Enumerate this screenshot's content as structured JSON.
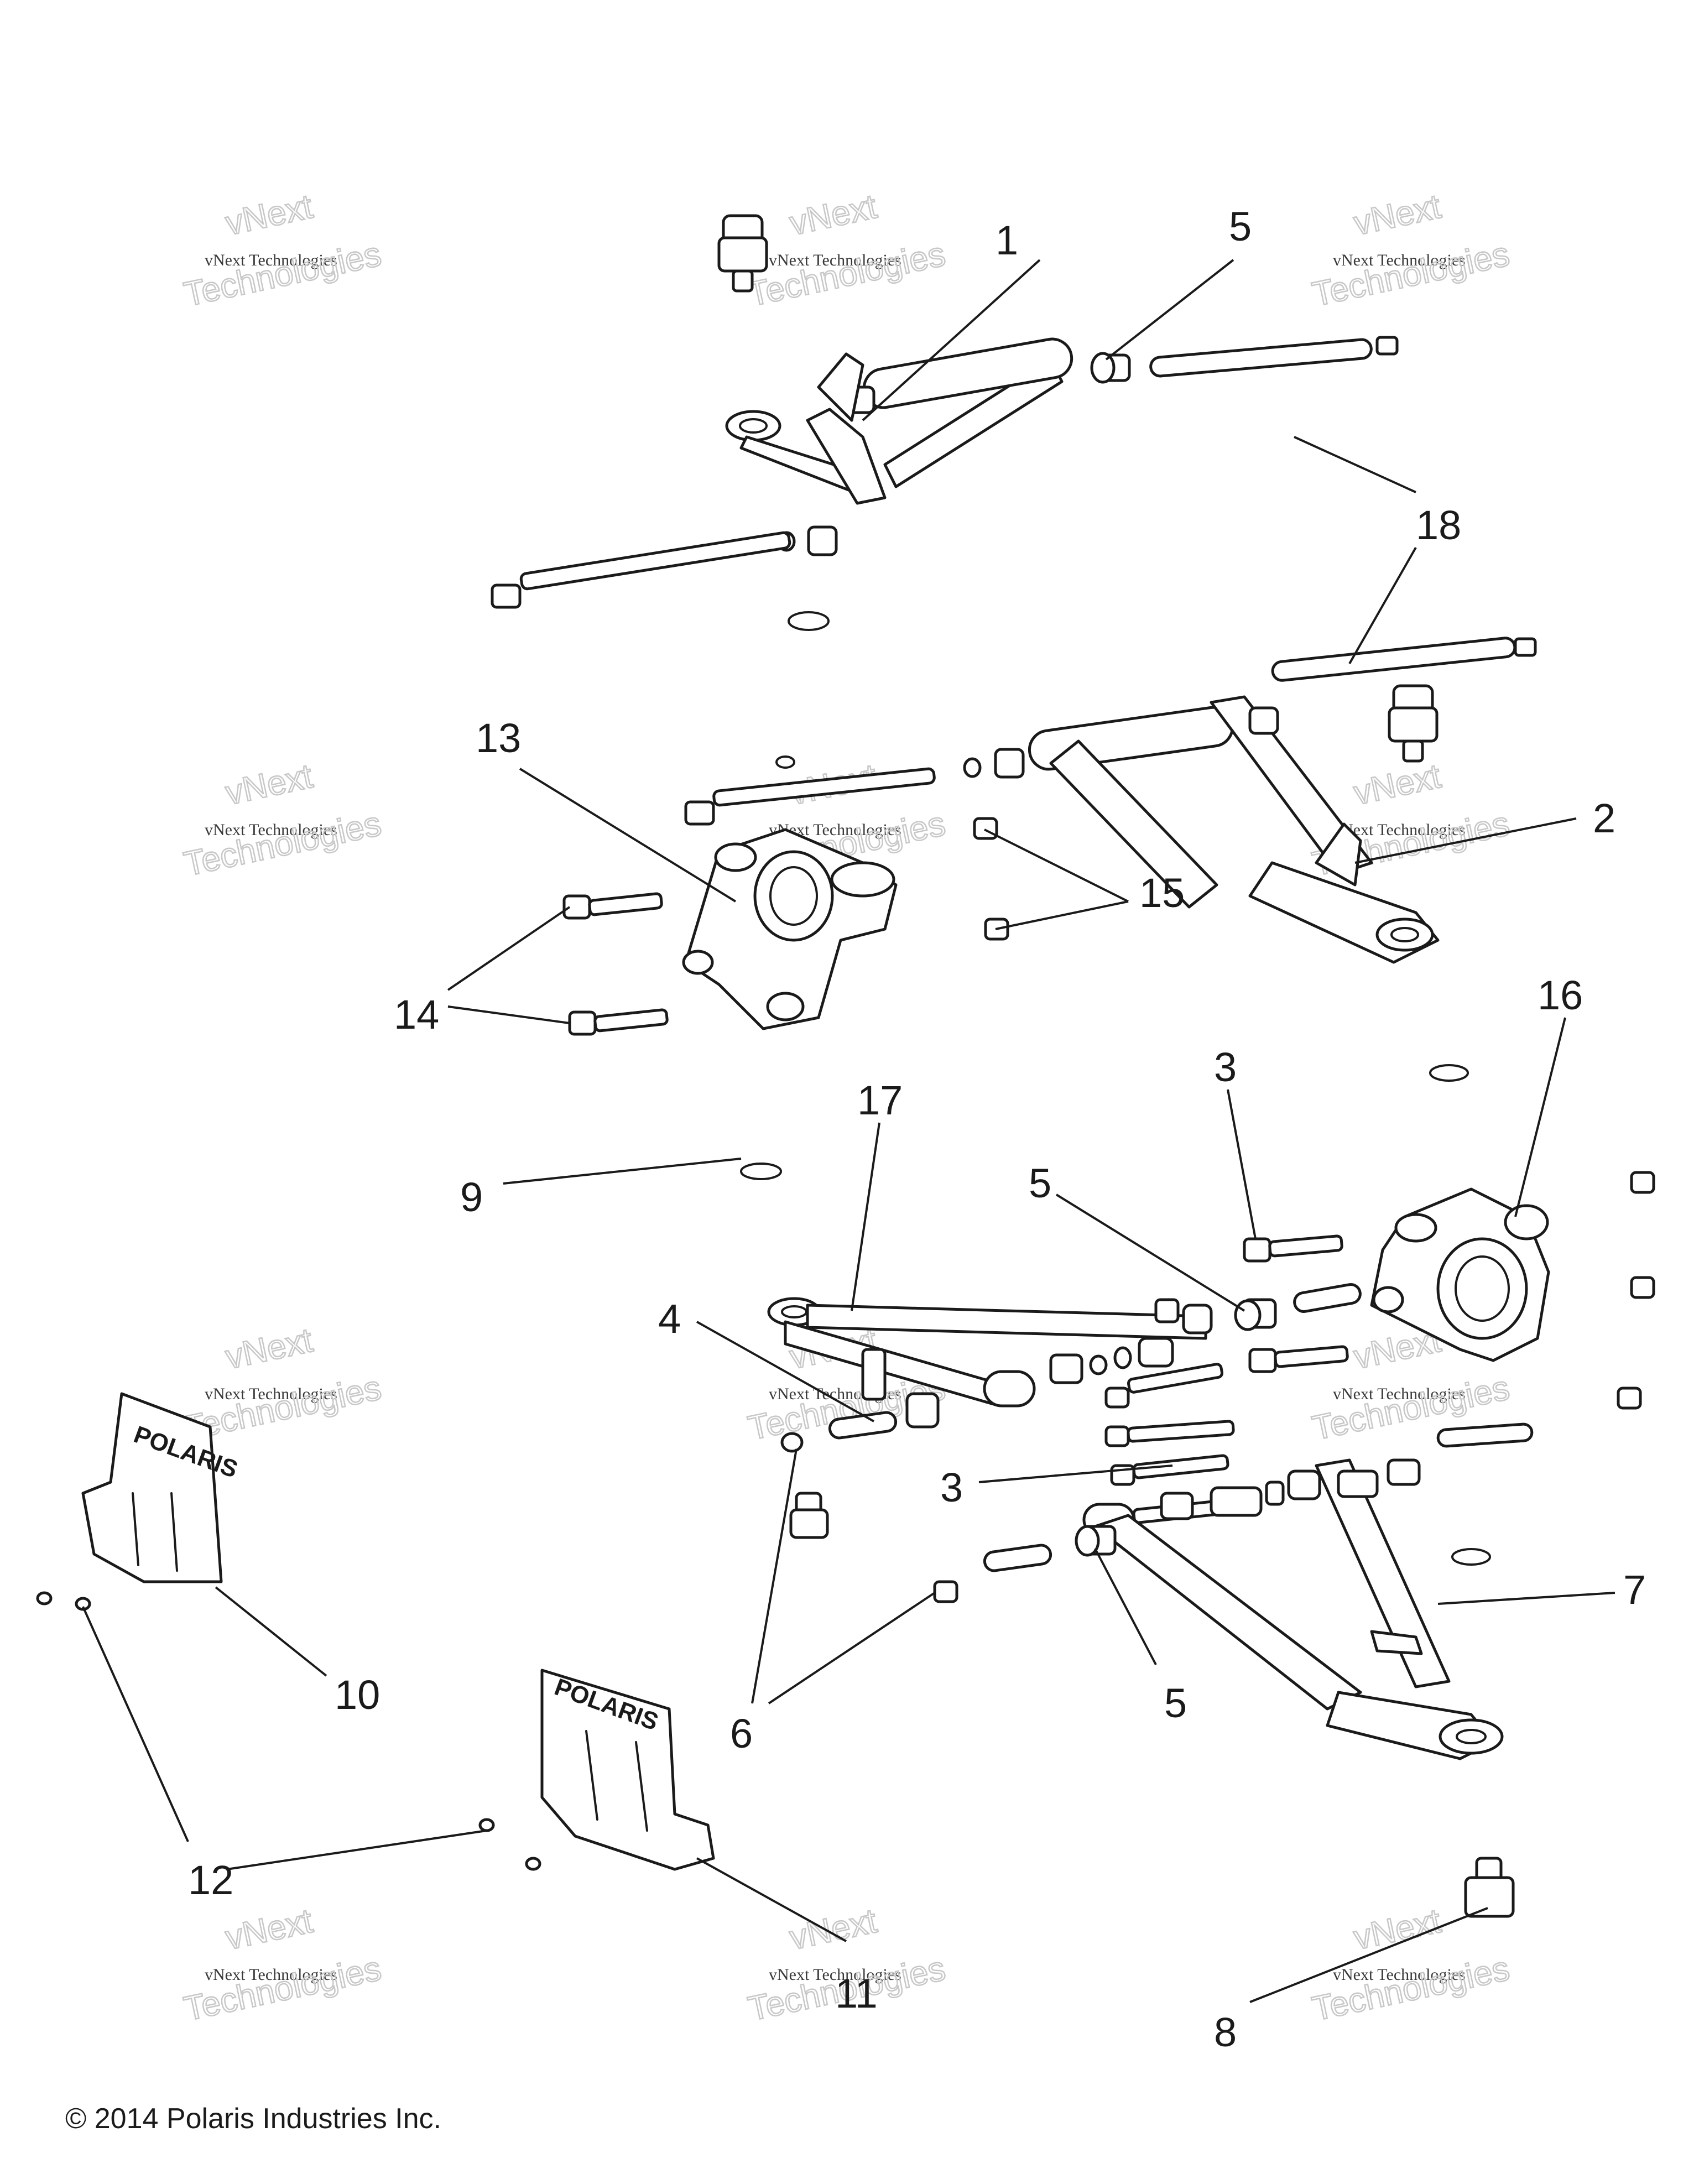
{
  "callouts": [
    {
      "number": "1"
    },
    {
      "number": "5"
    },
    {
      "number": "18"
    },
    {
      "number": "13"
    },
    {
      "number": "2"
    },
    {
      "number": "15"
    },
    {
      "number": "14"
    },
    {
      "number": "16"
    },
    {
      "number": "3"
    },
    {
      "number": "17"
    },
    {
      "number": "9"
    },
    {
      "number": "5"
    },
    {
      "number": "4"
    },
    {
      "number": "3"
    },
    {
      "number": "7"
    },
    {
      "number": "10"
    },
    {
      "number": "6"
    },
    {
      "number": "5"
    },
    {
      "number": "12"
    },
    {
      "number": "11"
    },
    {
      "number": "8"
    }
  ],
  "watermark": {
    "line1": "vNext Technologies",
    "line2": "Technologies",
    "overlay": "vNext"
  },
  "brand": {
    "logo_text": "POLARIS"
  },
  "copyright": "© 2014 Polaris Industries Inc.",
  "colors": {
    "ink": "#1a1a1a",
    "watermark": "#c8c8c8",
    "background": "#ffffff"
  }
}
